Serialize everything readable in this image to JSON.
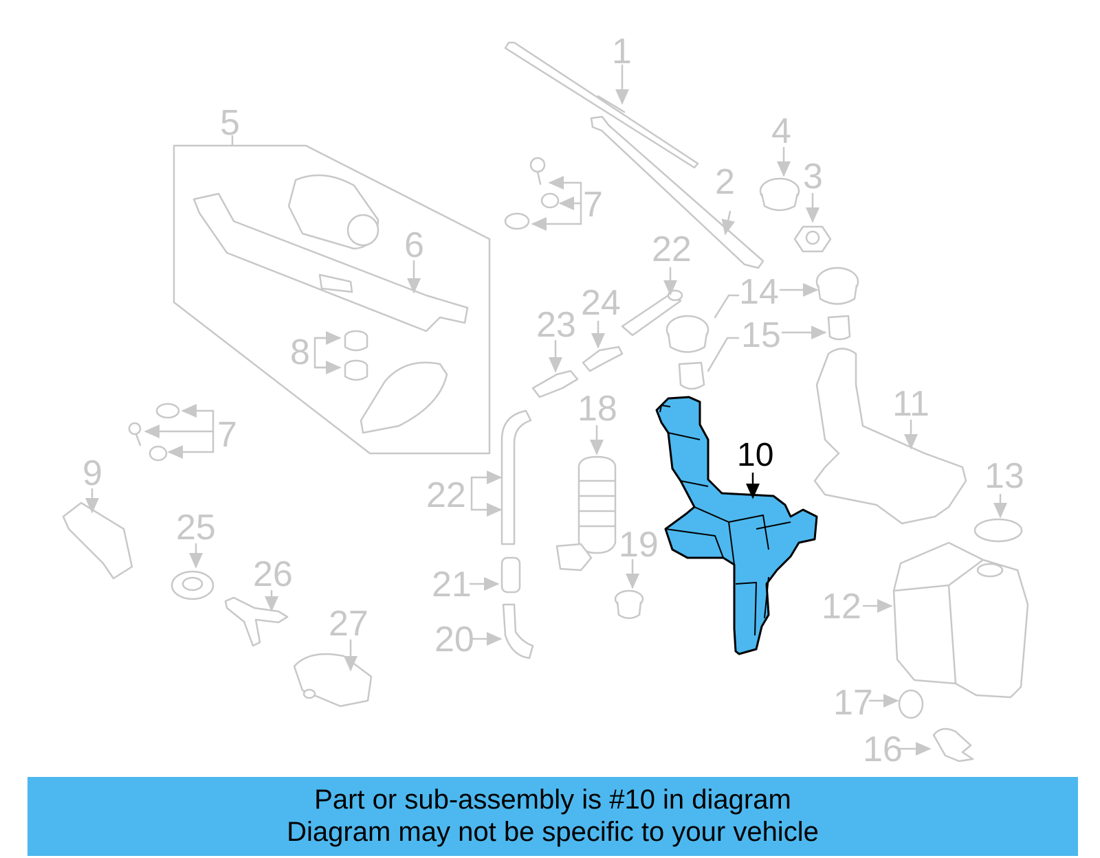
{
  "diagram": {
    "labels": {
      "p1": "1",
      "p2": "2",
      "p3": "3",
      "p4": "4",
      "p5": "5",
      "p6": "6",
      "p7a": "7",
      "p7b": "7",
      "p8": "8",
      "p9": "9",
      "p10": "10",
      "p11": "11",
      "p12": "12",
      "p13": "13",
      "p14": "14",
      "p15": "15",
      "p16": "16",
      "p17": "17",
      "p18": "18",
      "p19": "19",
      "p20": "20",
      "p21": "21",
      "p22a": "22",
      "p22b": "22",
      "p23": "23",
      "p24": "24",
      "p25": "25",
      "p26": "26",
      "p27": "27"
    },
    "highlighted_part": "10",
    "highlight_color": "#4db8ef",
    "part_line_color": "#c8c8c8"
  },
  "banner": {
    "line1": "Part or sub-assembly is #10 in diagram",
    "line2": "Diagram may not be specific to your vehicle",
    "background": "#4db8ef"
  }
}
